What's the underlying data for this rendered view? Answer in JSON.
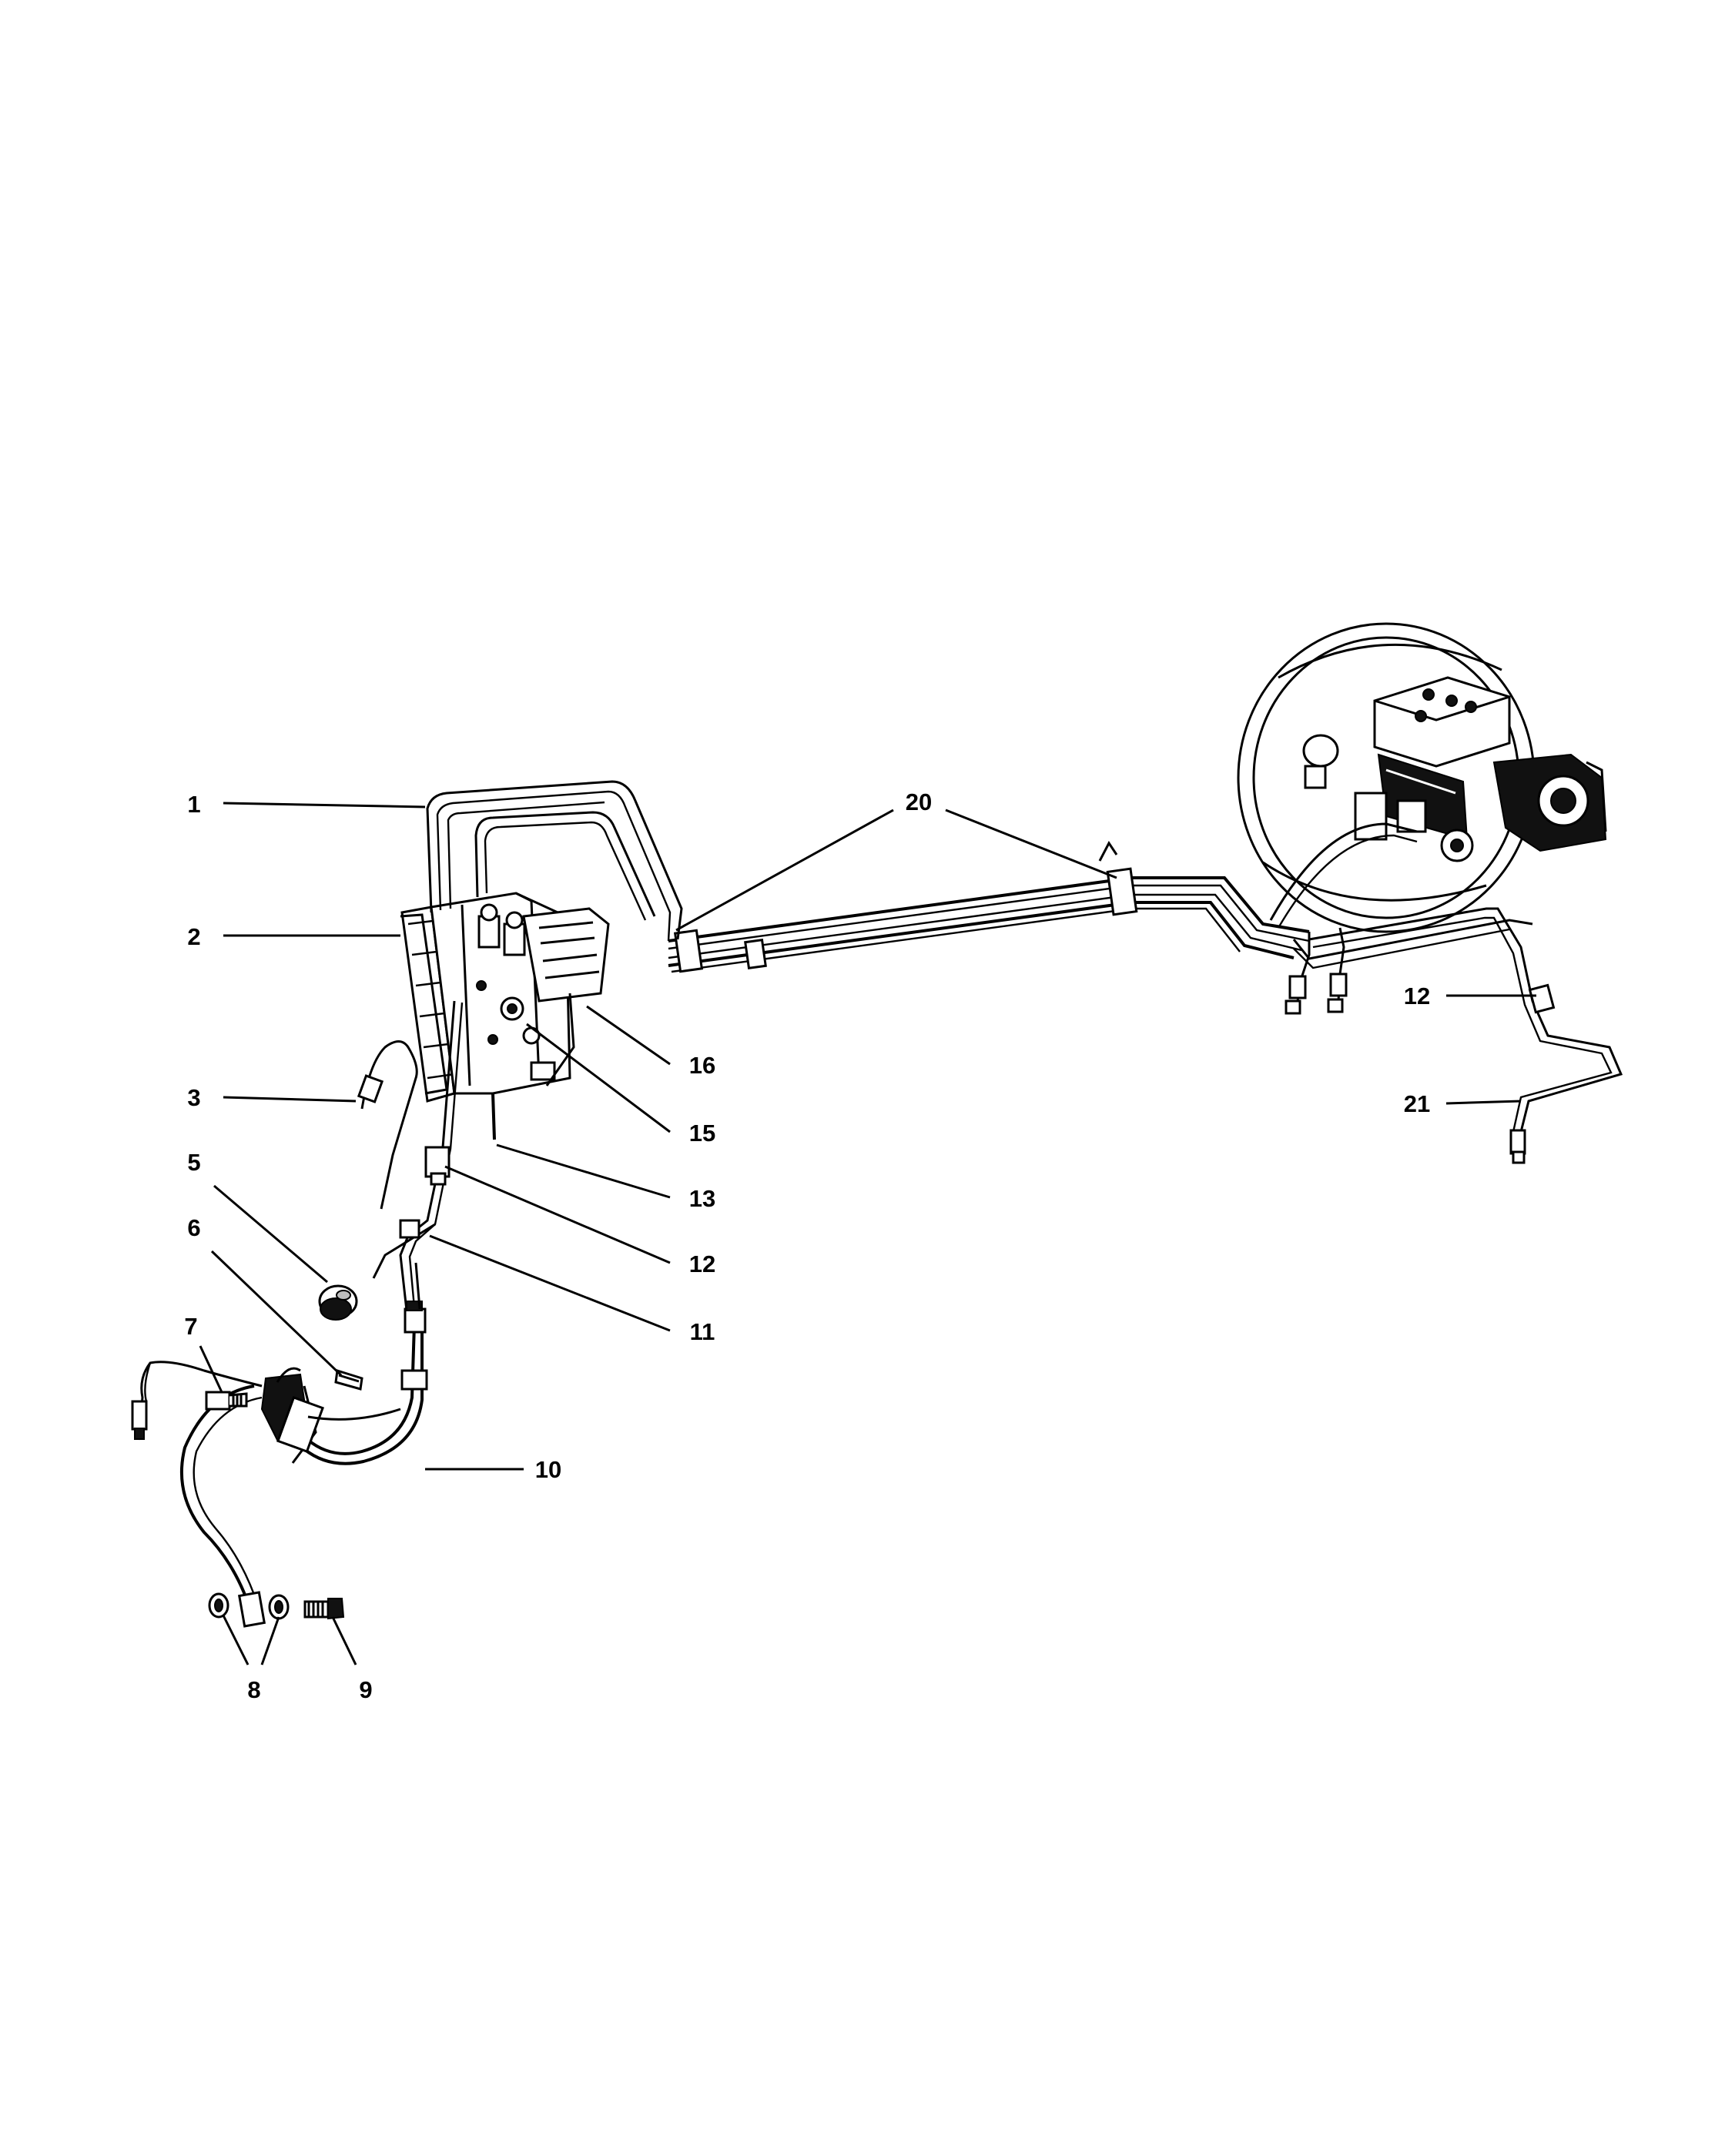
{
  "callouts": [
    {
      "id": "c1",
      "label": "1"
    },
    {
      "id": "c2",
      "label": "2"
    },
    {
      "id": "c3",
      "label": "3"
    },
    {
      "id": "c5",
      "label": "5"
    },
    {
      "id": "c6",
      "label": "6"
    },
    {
      "id": "c7",
      "label": "7"
    },
    {
      "id": "c8",
      "label": "8"
    },
    {
      "id": "c9",
      "label": "9"
    },
    {
      "id": "c10",
      "label": "10"
    },
    {
      "id": "c11",
      "label": "11"
    },
    {
      "id": "c12a",
      "label": "12"
    },
    {
      "id": "c12b",
      "label": "12"
    },
    {
      "id": "c13",
      "label": "13"
    },
    {
      "id": "c15",
      "label": "15"
    },
    {
      "id": "c16",
      "label": "16"
    },
    {
      "id": "c20",
      "label": "20"
    },
    {
      "id": "c21",
      "label": "21"
    }
  ],
  "colors": {
    "line": "#000000",
    "background": "#ffffff"
  }
}
